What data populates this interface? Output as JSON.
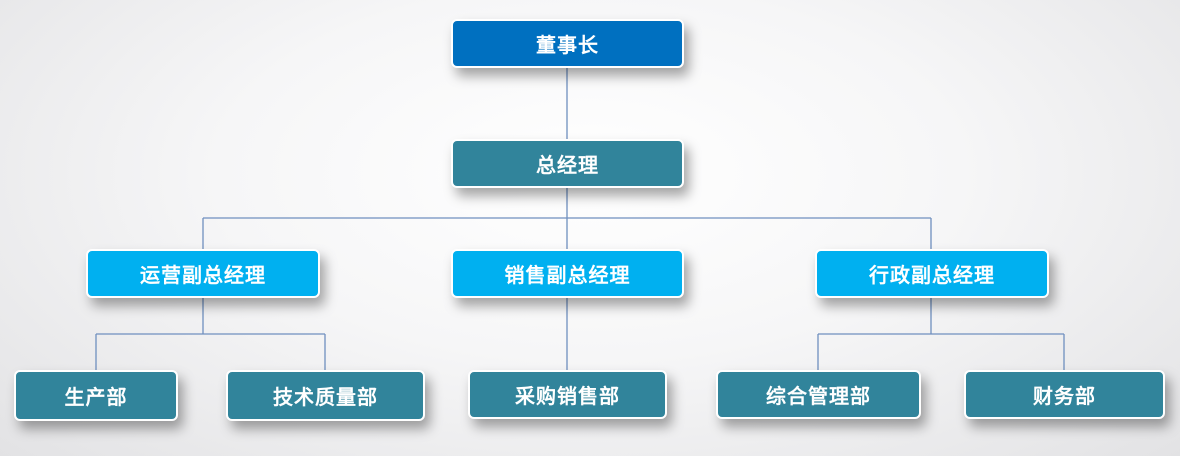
{
  "org_chart": {
    "chairman": "董事长",
    "general_manager": "总经理",
    "vice_presidents": [
      {
        "label": "运营副总经理",
        "departments": [
          "生产部",
          "技术质量部"
        ]
      },
      {
        "label": "销售副总经理",
        "departments": [
          "采购销售部"
        ]
      },
      {
        "label": "行政副总经理",
        "departments": [
          "综合管理部",
          "财务部"
        ]
      }
    ]
  },
  "colors": {
    "chairman_fill": "#0070c0",
    "general_manager_fill": "#31849b",
    "vice_president_fill": "#00b0f0",
    "department_fill": "#31849b",
    "connector": "#6f8fbf",
    "node_text": "#ffffff",
    "node_border": "#ffffff"
  }
}
